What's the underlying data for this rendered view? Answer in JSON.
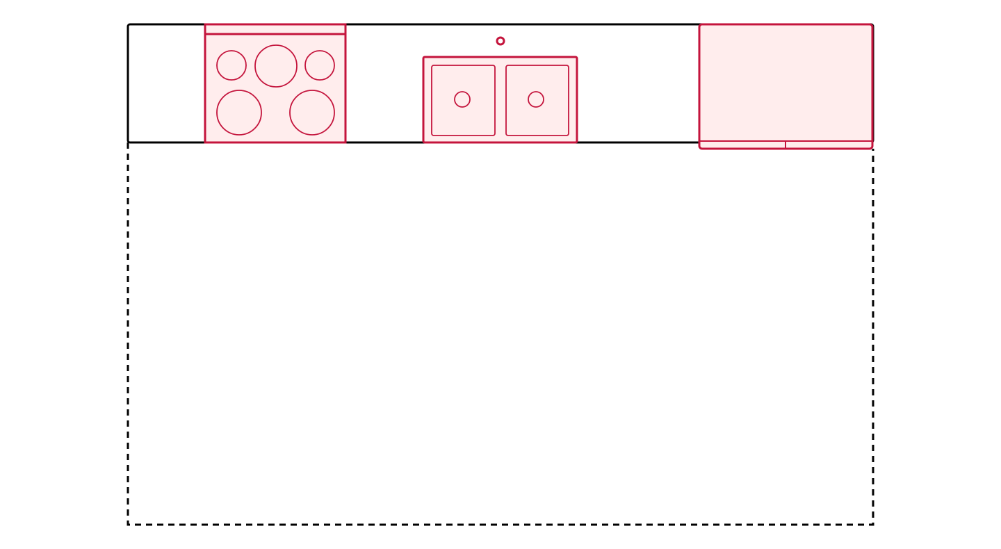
{
  "diagram": {
    "type": "kitchen-floor-plan",
    "layout": "single-wall",
    "fixtures": [
      "counter",
      "stove",
      "double-sink",
      "refrigerator"
    ],
    "stove_burners": 5,
    "sink_bowls": 2,
    "refrigerator_doors": 2
  },
  "colors": {
    "appliance_stroke": "#c4143c",
    "appliance_fill": "#ffeded",
    "wall_stroke": "#000000",
    "background": "#ffffff"
  }
}
